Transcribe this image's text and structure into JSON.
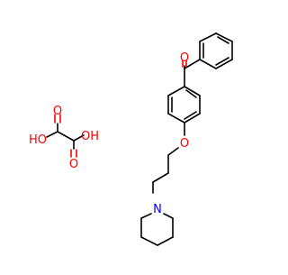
{
  "molecule": {
    "atom_labels": {
      "ketone_oxygen": "O",
      "ether_oxygen": "O",
      "piperidine_nitrogen": "N",
      "oxalic_hydroxyl_left": "HO",
      "oxalic_hydroxyl_right": "OH",
      "oxalic_carbonyl_top": "O",
      "oxalic_carbonyl_bottom": "O"
    },
    "colors": {
      "bond": "#000000",
      "oxygen": "#ff0000",
      "nitrogen": "#0000ff",
      "background": "#ffffff"
    }
  }
}
